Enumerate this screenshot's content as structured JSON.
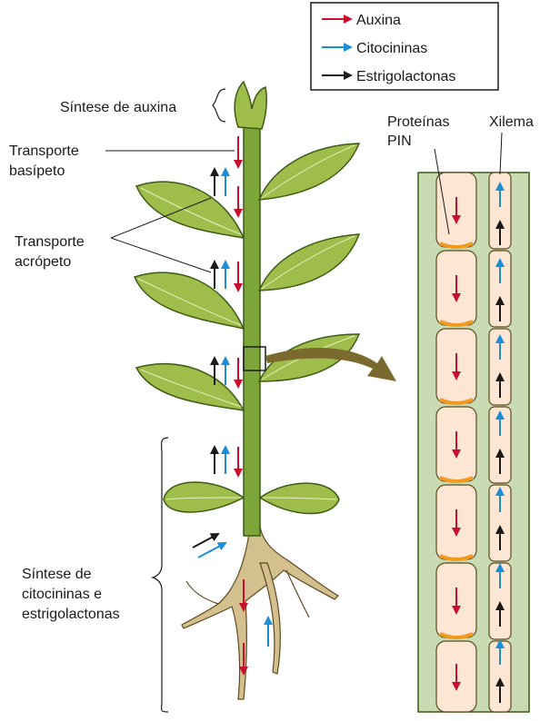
{
  "legend": {
    "items": [
      {
        "label": "Auxina",
        "color": "#c8102e"
      },
      {
        "label": "Citocininas",
        "color": "#1b8fd6"
      },
      {
        "label": "Estrigolactonas",
        "color": "#1a1a1a"
      }
    ]
  },
  "labels": {
    "auxin_synthesis": "Síntese de auxina",
    "basipetal_1": "Transporte",
    "basipetal_2": "basípeto",
    "acropetal_1": "Transporte",
    "acropetal_2": "acrópeto",
    "pin_1": "Proteínas",
    "pin_2": "PIN",
    "xylem": "Xilema",
    "root_synthesis_1": "Síntese de",
    "root_synthesis_2": "citocininas e",
    "root_synthesis_3": "estrigolactonas"
  },
  "colors": {
    "auxin": "#c8102e",
    "cytokinin": "#1b8fd6",
    "strigolactone": "#1a1a1a",
    "leaf": "#9ebd4a",
    "stem": "#7da63a",
    "root": "#d4bf8e",
    "tissue": "#c9dbb3",
    "cell": "#fde6d4",
    "pin": "#f29a1f",
    "callout_arrow": "#7a6a2e"
  },
  "icons": {
    "callout": "curved-arrow-icon",
    "legend_arrow": "arrow-right-icon"
  }
}
